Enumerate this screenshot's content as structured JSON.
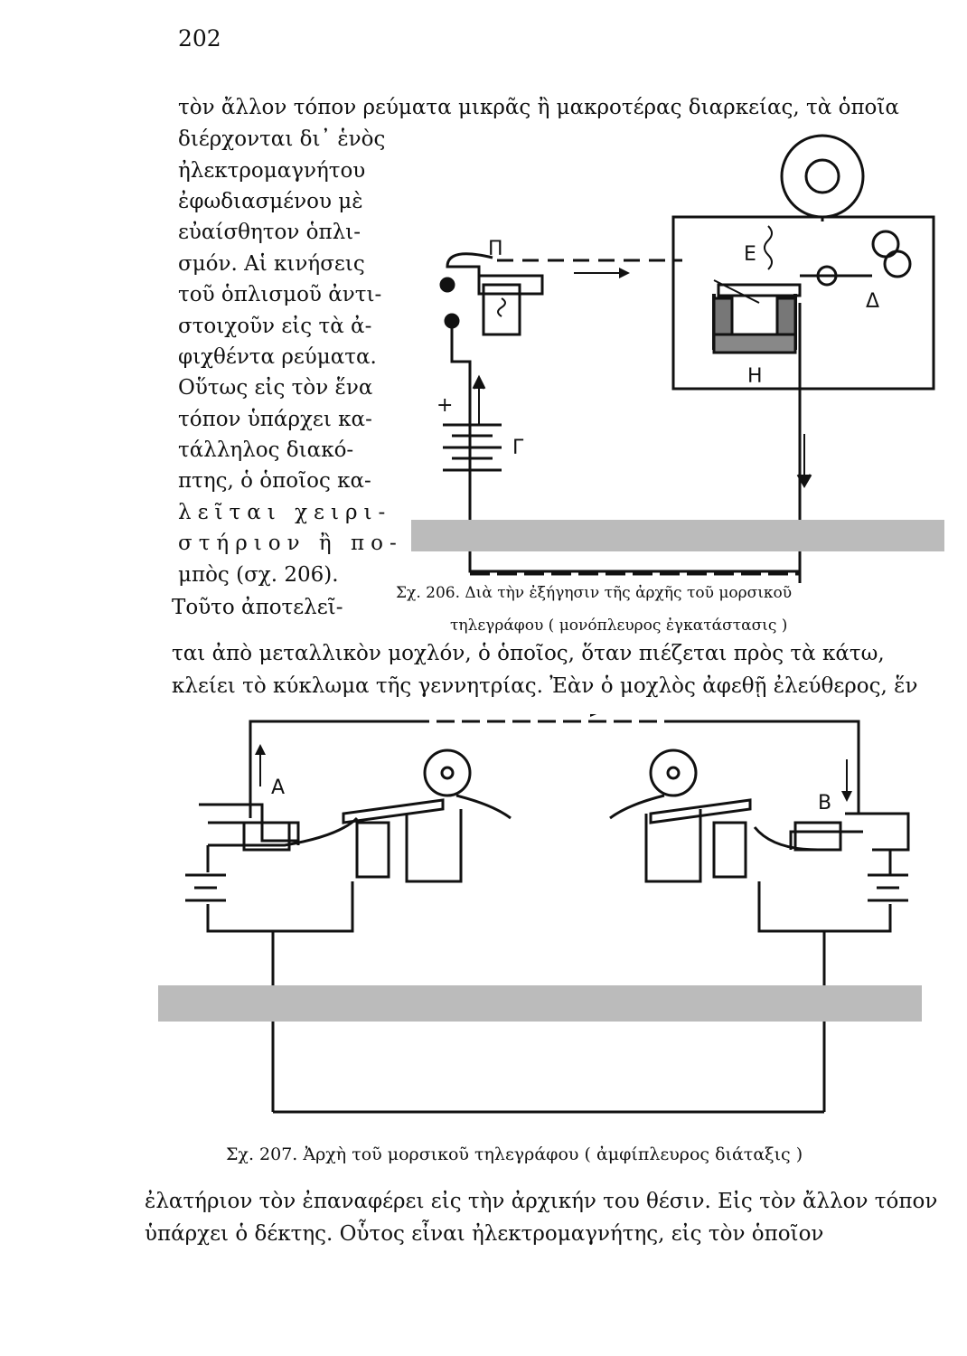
{
  "page_number": "202",
  "top_lines": [
    "τὸν ἄλλον τόπον ρεύματα  μικρᾶς ἢ μακροτέρας διαρκείας, τὰ ὁποῖα",
    "διέρχονται δι᾽ ἑνὸς"
  ],
  "left_column": [
    "ἠλεκτρομαγνήτου",
    "ἐφωδιασμένου μὲ",
    "εὐαίσθητον ὁπλι-",
    "σμόν. Αἱ κινήσεις",
    "τοῦ ὁπλισμοῦ ἀντι-",
    "στοιχοῦν εἰς τὰ ἀ-",
    "φιχθέντα ρεύματα.",
    "Οὕτως εἰς τὸν ἕνα",
    "τόπον ὑπάρχει κα-",
    "τάλληλος  διακό-",
    "πτης, ὁ ὁποῖος κα-",
    "λεῖται  χειρι-",
    "στήριον ἢ πο-",
    "μπὸς (σχ. 206).",
    "Τοῦτο  ἀποτελεῖ-"
  ],
  "fig206": {
    "caption_line1": "Σχ. 206. Διὰ τὴν ἐξήγησιν τῆς ἀρχῆς τοῦ μορσικοῦ",
    "caption_line2": "τηλεγράφου ( μονόπλευρος ἐγκατάστασις )",
    "labels": {
      "key": "Π",
      "spring": "Ε",
      "stylus": "Δ",
      "magnet": "Η",
      "battery": "Γ",
      "plus": "+"
    }
  },
  "middle_lines": [
    "ται ἀπὸ μεταλλικὸν μοχλόν, ὁ ὁποῖος, ὅταν πιέζεται πρὸς τὰ κάτω,",
    "κλείει τὸ κύκλωμα τῆς γεννητρίας. Ἐὰν ὁ μοχλὸς ἀφεθῇ ἐλεύθερος, ἕν"
  ],
  "fig207": {
    "caption": "Σχ. 207. Ἀρχὴ τοῦ μορσικοῦ τηλεγράφου ( ἀμφίπλευρος διάταξις )",
    "labels": {
      "station_a": "A",
      "station_b": "B"
    }
  },
  "bottom_lines": [
    "ἐλατήριον τὸν ἐπαναφέρει εἰς τὴν ἀρχικήν του θέσιν. Εἰς τὸν ἄλλον τόπον",
    "ὑπάρχει ὁ δέκτης. Οὗτος εἶναι ἠλεκτρομαγνήτης, εἰς τὸν ὁποῖον"
  ]
}
